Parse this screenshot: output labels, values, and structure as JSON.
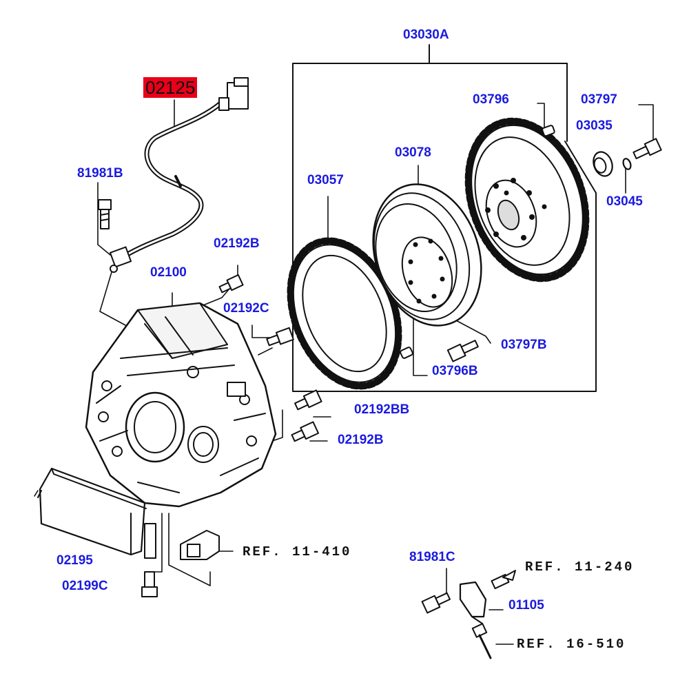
{
  "labels": {
    "p02125": "02125",
    "p03030A": "03030A",
    "p03796": "03796",
    "p03797": "03797",
    "p03035": "03035",
    "p03078": "03078",
    "p03057": "03057",
    "p03045": "03045",
    "p81981B": "81981B",
    "p02192B_top": "02192B",
    "p02100": "02100",
    "p02192C": "02192C",
    "p03797B": "03797B",
    "p03796B": "03796B",
    "p02192BB": "02192BB",
    "p02192B_bot": "02192B",
    "p02195": "02195",
    "p02199C": "02199C",
    "p81981C": "81981C",
    "p01105": "01105"
  },
  "refs": {
    "r11_410": "REF. 11-410",
    "r11_240": "REF. 11-240",
    "r16_510": "REF. 16-510"
  },
  "colors": {
    "label": "#1a1ae0",
    "highlight": "#e8001a",
    "line": "#111111"
  }
}
